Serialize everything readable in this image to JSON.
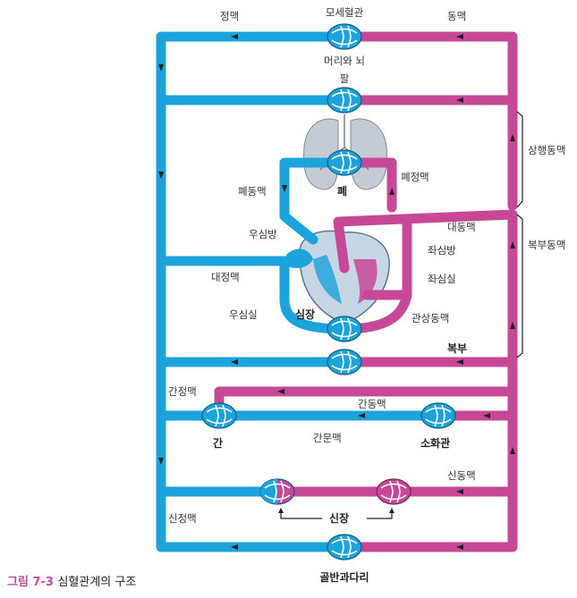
{
  "colors": {
    "vein": "#1ca3dc",
    "artery": "#c64896",
    "heart": "#b6c9dc",
    "lung": "#9aa7b3"
  },
  "labels": {
    "capillary": "모세혈관",
    "vein": "정맥",
    "artery": "동맥",
    "head_brain": "머리와 뇌",
    "arm": "팔",
    "superior_artery": "상행동맥",
    "pulmonary_artery": "폐동맥",
    "pulmonary_vein": "폐정맥",
    "lung": "폐",
    "aorta": "대동맥",
    "abdominal_aorta": "복부동맥",
    "right_atrium": "우심방",
    "left_atrium": "좌심방",
    "vena_cava": "대정맥",
    "left_ventricle": "좌심실",
    "right_ventricle": "우심실",
    "heart": "심장",
    "coronary_artery": "관상동맥",
    "abdomen": "복부",
    "hepatic_vein": "간정맥",
    "hepatic_artery": "간동맥",
    "liver": "간",
    "portal_vein": "간문맥",
    "digestive_tract": "소화관",
    "renal_artery": "신동맥",
    "renal_vein": "신정맥",
    "kidney": "신장",
    "pelvis_legs": "골반과다리"
  },
  "caption": {
    "number": "그림 7-3",
    "title": "심혈관계의 구조"
  }
}
